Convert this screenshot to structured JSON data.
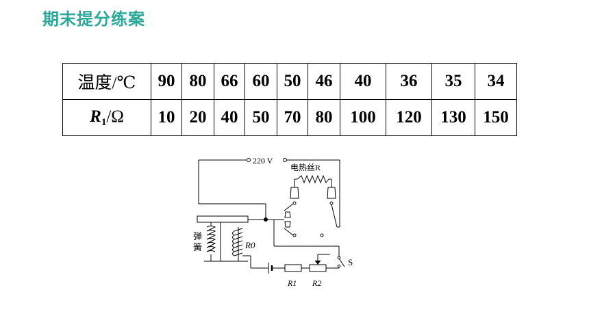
{
  "header": {
    "title": "期末提分练案"
  },
  "table": {
    "row1": {
      "label": "温度/℃",
      "values": [
        "90",
        "80",
        "66",
        "60",
        "50",
        "46",
        "40",
        "36",
        "35",
        "34"
      ]
    },
    "row2": {
      "label_symbol": "R",
      "label_sub": "1",
      "label_unit": "/Ω",
      "values": [
        "10",
        "20",
        "40",
        "50",
        "70",
        "80",
        "100",
        "120",
        "130",
        "150"
      ]
    }
  },
  "circuit": {
    "voltage": "220 V",
    "heater": "电热丝R",
    "spring": [
      "弹",
      "簧"
    ],
    "r0": "R0",
    "switch": "S",
    "r1": "R1",
    "r2": "R2"
  }
}
